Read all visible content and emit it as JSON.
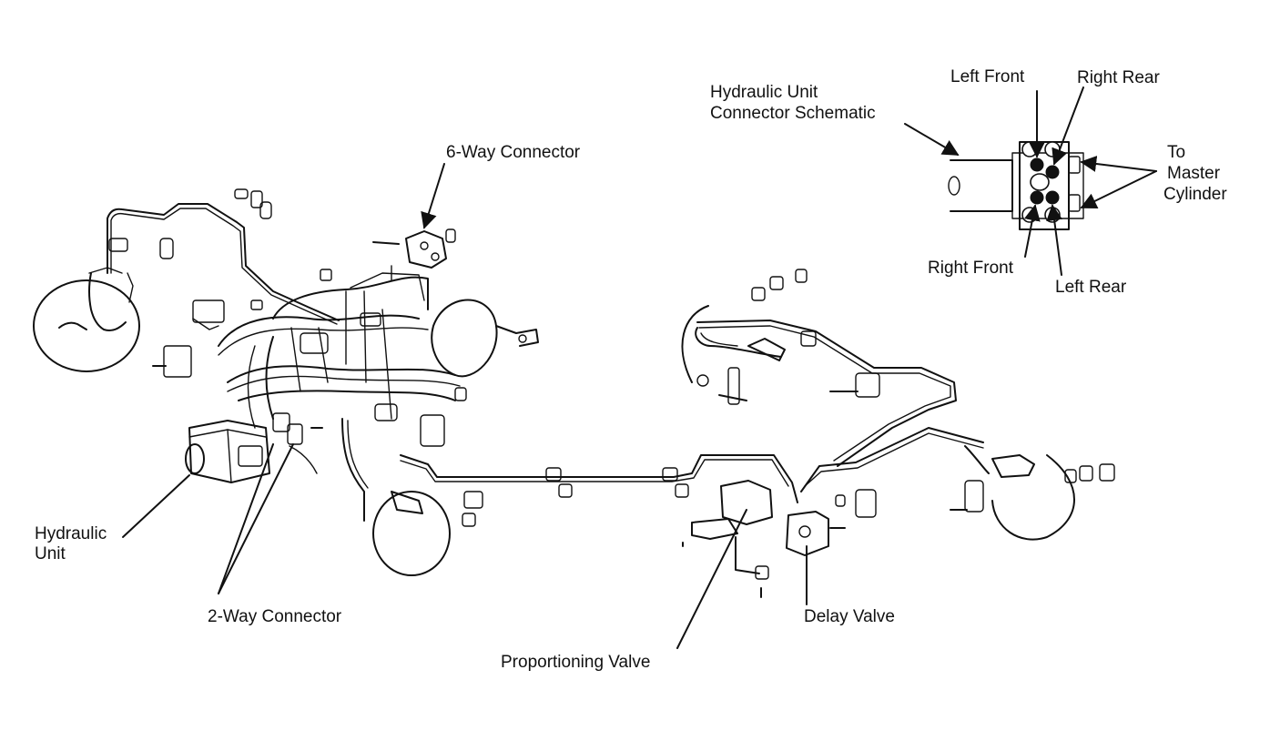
{
  "diagram": {
    "labels": {
      "six_way_connector": "6-Way Connector",
      "hydraulic_unit_line1": "Hydraulic",
      "hydraulic_unit_line2": "Unit",
      "two_way_connector": "2-Way Connector",
      "proportioning_valve": "Proportioning Valve",
      "delay_valve": "Delay Valve",
      "schematic_line1": "Hydraulic Unit",
      "schematic_line2": "Connector Schematic",
      "left_front": "Left Front",
      "right_rear": "Right Rear",
      "right_front": "Right Front",
      "left_rear": "Left Rear",
      "to_master_line1": "To",
      "to_master_line2": "Master",
      "to_master_line3": "Cylinder"
    }
  }
}
